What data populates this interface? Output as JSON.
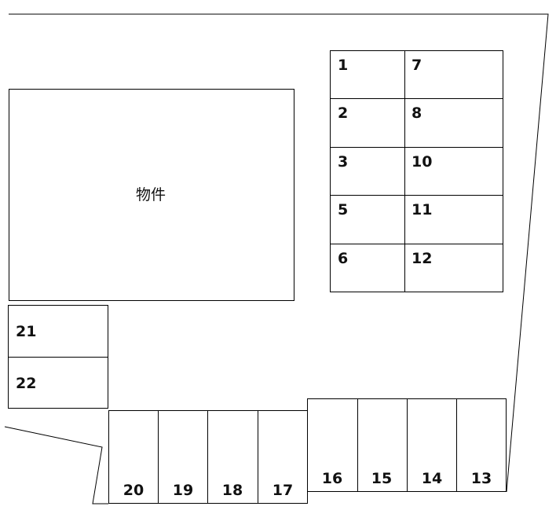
{
  "building": {
    "label": "物件"
  },
  "right_block": {
    "left_column": [
      "1",
      "2",
      "3",
      "5",
      "6"
    ],
    "right_column": [
      "7",
      "8",
      "10",
      "11",
      "12"
    ]
  },
  "left_block": [
    "21",
    "22"
  ],
  "bottom_left_row": [
    "20",
    "19",
    "18",
    "17"
  ],
  "bottom_right_row": [
    "16",
    "15",
    "14",
    "13"
  ]
}
